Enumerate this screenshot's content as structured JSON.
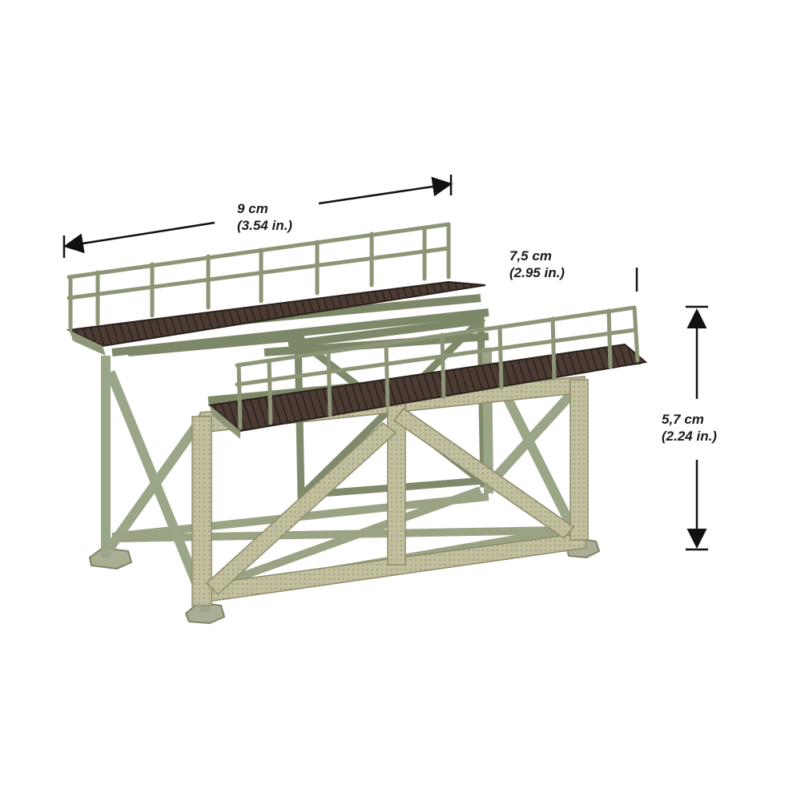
{
  "dimensions": {
    "width": {
      "metric": "9 cm",
      "imperial": "(3.54 in.)"
    },
    "depth": {
      "metric": "7,5 cm",
      "imperial": "(2.95 in.)"
    },
    "height": {
      "metric": "5,7 cm",
      "imperial": "(2.24 in.)"
    }
  },
  "colors": {
    "steel": "#9ea88a",
    "steel_light": "#c7c4a6",
    "steel_dark": "#6f7a5e",
    "deck": "#4a3a33",
    "deck_slat": "#2e2420",
    "arrow": "#111111",
    "background": "#ffffff"
  }
}
